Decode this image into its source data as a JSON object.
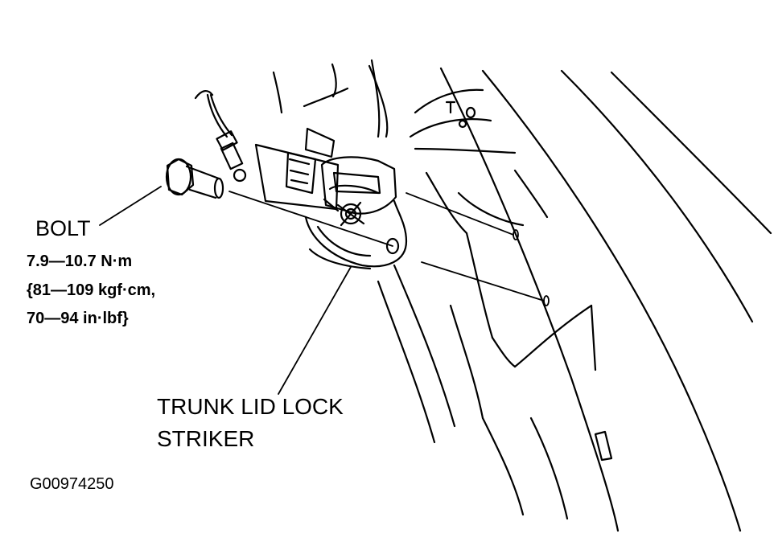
{
  "labels": {
    "bolt_title": "BOLT",
    "bolt_torque_nm": "7.9—10.7 N·m",
    "bolt_torque_kgf": "{81—109 kgf·cm,",
    "bolt_torque_inlbf": "70—94 in·lbf}",
    "part_name_line1": "TRUNK LID LOCK",
    "part_name_line2": "STRIKER",
    "figure_id": "G00974250"
  },
  "colors": {
    "line": "#000000",
    "background": "#ffffff"
  }
}
